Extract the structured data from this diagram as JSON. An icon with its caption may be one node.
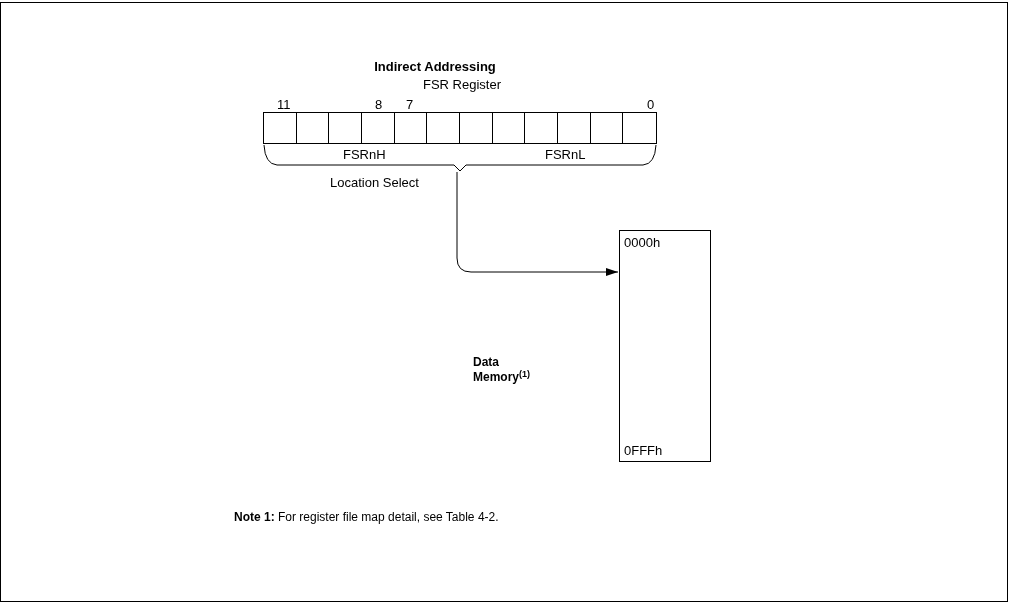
{
  "diagram": {
    "title": "Indirect Addressing",
    "nodes": [
      {
        "text": [
          "FSR Register"
        ]
      },
      {
        "text": [
          "0000h",
          "0FFFh"
        ]
      }
    ],
    "edges": [
      {
        "from": 0,
        "to": 1,
        "arrow": "to",
        "label": "Location Select"
      }
    ],
    "labels": [
      "11",
      "8",
      "7",
      "0",
      "FSRnH",
      "FSRnL",
      "Data Memory$^{(1)}$",
      "**Note 1:** For register file map detail, see Table 4-2."
    ]
  }
}
